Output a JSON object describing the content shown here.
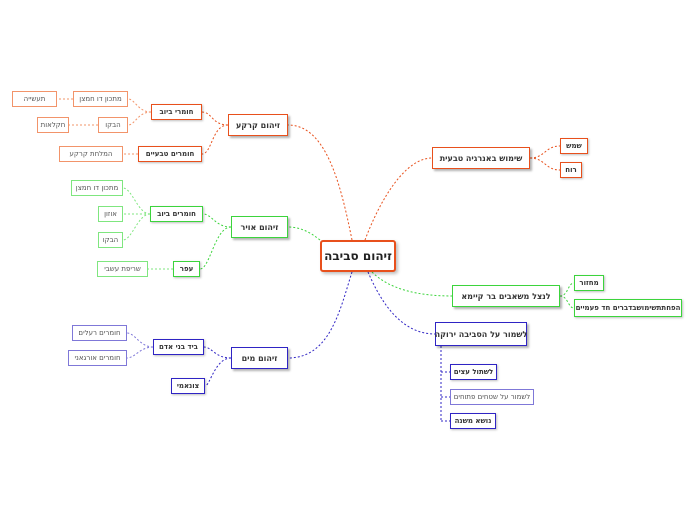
{
  "center": "זיהום סביבה",
  "soil": {
    "title": "זיהום קרקע",
    "chemical": "חומרי ביוב",
    "chemical_leaf_1": "מתכון דו חמצן",
    "chemical_leaf_1_child": "תעשייה",
    "chemical_leaf_2": "הבקו",
    "chemical_leaf_2_child": "חקלאות",
    "natural": "חומרים טבעיים",
    "natural_leaf": "המלחת קרקע"
  },
  "air": {
    "title": "זיהום אויר",
    "chemical": "חומרים ביוב",
    "leaf_1": "מתכון דו חמצן",
    "leaf_2": "אוזון",
    "leaf_3": "הבקו",
    "dust": "עפר",
    "dust_leaf": "שריפת עשבי"
  },
  "water": {
    "title": "זיהום מים",
    "human": "ביד בני אדם",
    "human_leaf_1": "חומרים רעלים",
    "human_leaf_2": "חומרים אורגאני",
    "tsunami": "צונאמי"
  },
  "energy": {
    "title": "שימוש באנרגיה טבעית",
    "sun": "שמש",
    "wind": "רוח"
  },
  "climate": {
    "title": "לנצל משאבים בר קיימא",
    "recycle": "מחזור",
    "dev": "הפחתתשימושבדברים חד פעמיים"
  },
  "green": {
    "title": "לשמור על הסביבה ירוקה",
    "plant": "לשתול עצים",
    "keep": "לשמור על שטחים פתוחים",
    "reuse": "נושא משנה"
  },
  "colors": {
    "orange": "#e8501c",
    "green": "#3cd43c",
    "blue": "#2f24c4"
  }
}
